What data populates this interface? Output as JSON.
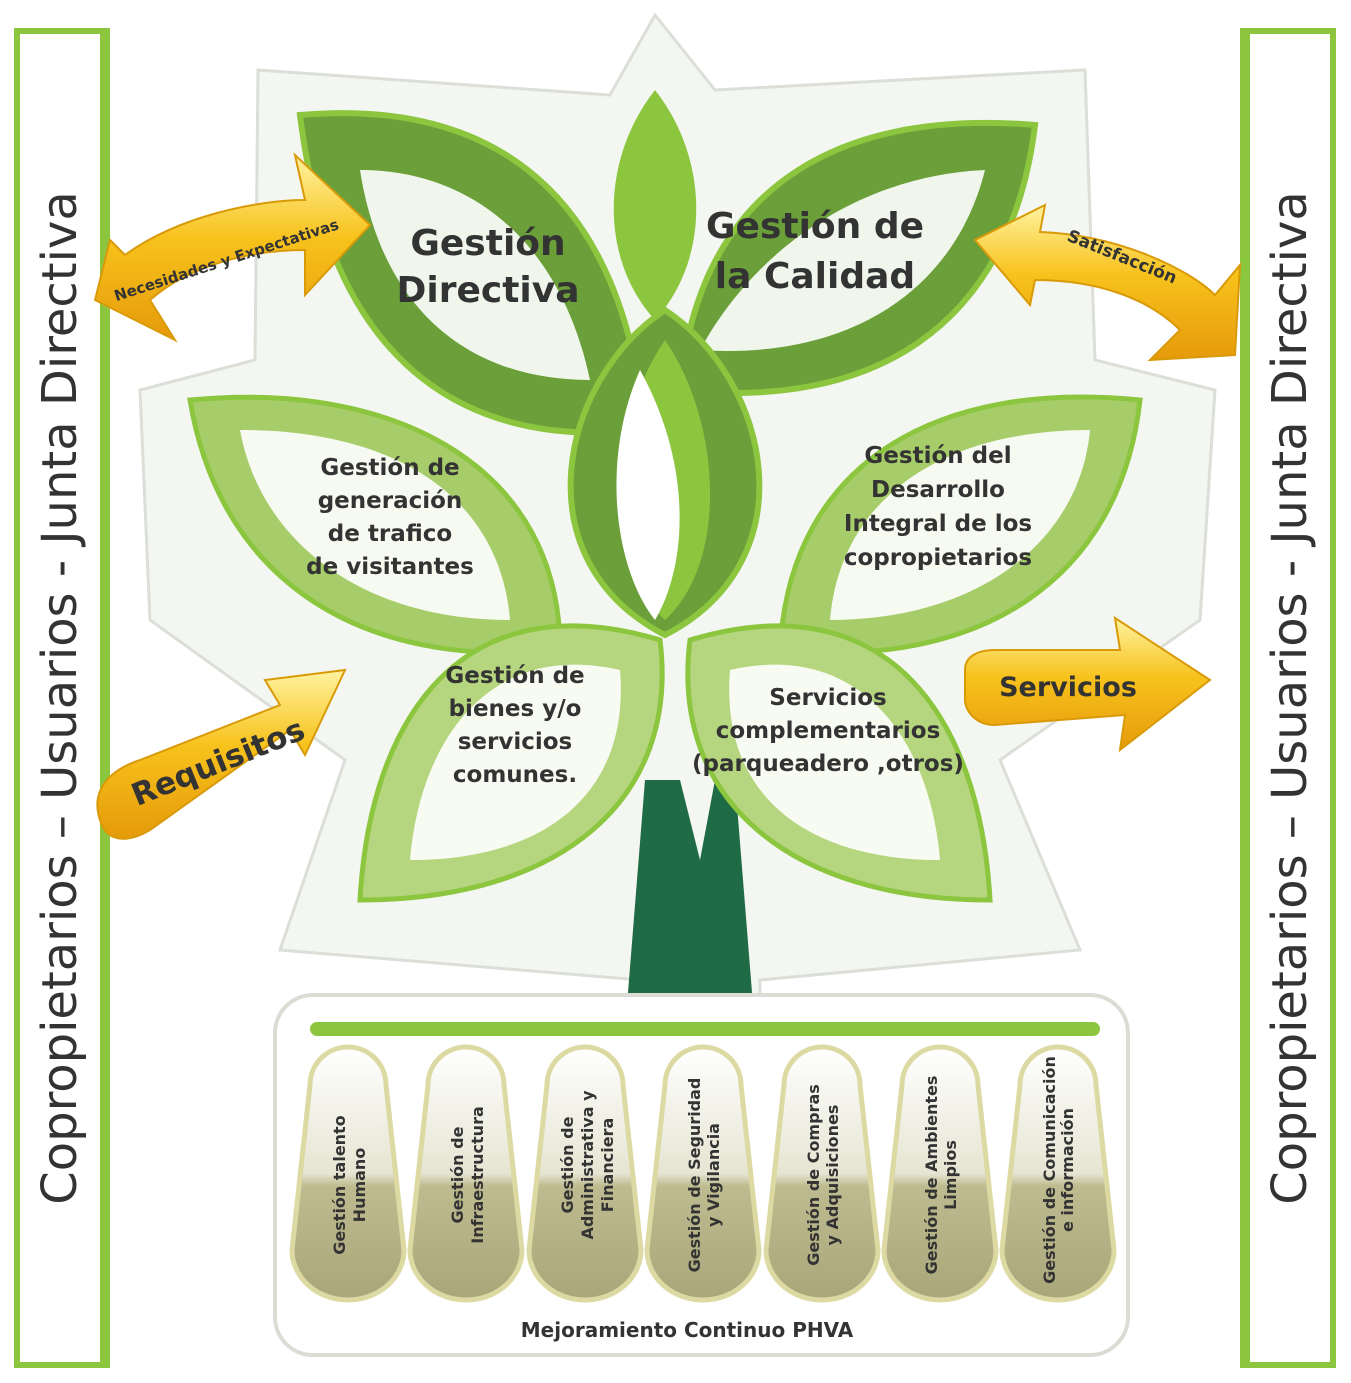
{
  "side_labels": {
    "left": "Copropietarios – Usuarios - Junta Directiva",
    "right": "Copropietarios – Usuarios - Junta Directiva"
  },
  "leaves": {
    "gestion_directiva": [
      "Gestión",
      "Directiva"
    ],
    "gestion_calidad": [
      "Gestión de",
      "la Calidad"
    ],
    "trafico": [
      "Gestión de",
      "generación",
      "de trafico",
      "de visitantes"
    ],
    "desarrollo": [
      "Gestión del",
      "Desarrollo",
      "Integral de los",
      "copropietarios"
    ],
    "bienes": [
      "Gestión de",
      "bienes y/o",
      "servicios",
      "comunes."
    ],
    "complementarios": [
      "Servicios",
      "complementarios",
      "(parqueadero ,otros)"
    ]
  },
  "arrows": {
    "necesidades": "Necesidades y Expectativas",
    "satisfaccion": "Satisfacción",
    "requisitos": "Requisitos",
    "servicios": "Servicios"
  },
  "roots": [
    [
      "Gestión talento",
      "Humano"
    ],
    [
      "Gestión de",
      "Infraestructura"
    ],
    [
      "Gestión de",
      "Administrativa y",
      "Financiera"
    ],
    [
      "Gestión de Seguridad",
      "y Vigilancia"
    ],
    [
      "Gestión de Compras",
      "y Adquisiciones"
    ],
    [
      "Gestión de Ambientes",
      "Limpios"
    ],
    [
      "Gestión de Comunicación",
      "e información"
    ]
  ],
  "footer": "Mejoramiento Continuo PHVA",
  "colors": {
    "dark_green": "#6b9f3a",
    "mid_green": "#8cc63f",
    "light_green": "#b5d67f",
    "trunk": "#1e6b45",
    "arrow_yellow": "#f7c21c",
    "root_fill": "#b9b789"
  }
}
